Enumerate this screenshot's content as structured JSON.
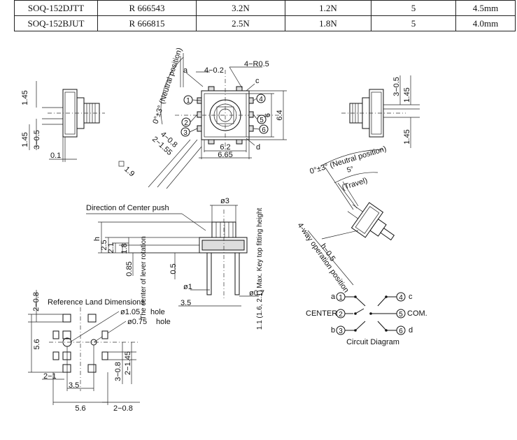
{
  "table": {
    "rows": [
      {
        "model": "SOQ-152DJTT",
        "code": "R 666543",
        "force1": "3.2N",
        "force2": "1.2N",
        "ways": "5",
        "height": "4.5mm"
      },
      {
        "model": "SOQ-152BJUT",
        "code": "R 666815",
        "force1": "2.5N",
        "force2": "1.8N",
        "ways": "5",
        "height": "4.0mm"
      }
    ]
  },
  "top_view": {
    "dim_4_02": "4−0.2",
    "dim_4_r05": "4−R0.5",
    "label_a": "a",
    "label_c": "c",
    "label_d": "d",
    "neutral": "0°±3° (Neutral position)",
    "dim_4_08": "4−0.8",
    "dim_2_155": "2−1.55",
    "dim_62": "6.2",
    "dim_665": "6.65",
    "dim_64": "6.4",
    "dim_6": "6",
    "dim_19": "1.9",
    "pin_1": "1",
    "pin_2": "2",
    "pin_3": "3",
    "pin_4": "4",
    "pin_5": "5",
    "pin_6": "6"
  },
  "left_side": {
    "dim_145_top": "1.45",
    "dim_145_bot": "1.45",
    "dim_3_05": "3−0.5",
    "dim_01": "0.1"
  },
  "right_side": {
    "dim_3_05": "3−0.5",
    "dim_145_top": "1.45",
    "dim_145_bot": "1.45"
  },
  "angle_view": {
    "neutral": "0°±3° (Neutral position)",
    "angle": "5°",
    "travel": "(Travel)",
    "h_05": "h−0.5",
    "four_way": "4-way operation position"
  },
  "front_view": {
    "direction": "Direction of Center push",
    "dia3": "ø3",
    "h": "h",
    "d25": "2.5",
    "d21": "2.1",
    "d18": "1.8",
    "d085": "0.85",
    "center_lever": "The center of lever rotation",
    "d05": "0.5",
    "dia1": "ø1",
    "d35": "3.5",
    "dia07": "ø0.7",
    "fitting": "1.1 (1.6, 2.1) Max. Key top fitting height"
  },
  "land": {
    "title": "Reference Land Dimensions",
    "hole1": "ø1.05",
    "hole_suffix": "hole",
    "hole2": "ø0.75",
    "d2_08_top": "2−0.8",
    "d56_left": "5.6",
    "d2_1": "2−1",
    "d35": "3.5",
    "d56_bottom": "5.6",
    "d2_08_bottom": "2−0.8",
    "d3_08": "3−0.8",
    "d2_145": "2−1.45"
  },
  "circuit": {
    "title": "Circuit Diagram",
    "a": "a",
    "n1": "1",
    "center": "CENTER",
    "n2": "2",
    "b": "b",
    "n3": "3",
    "c": "c",
    "n4": "4",
    "com": "COM.",
    "n5": "5",
    "d": "d",
    "n6": "6"
  }
}
